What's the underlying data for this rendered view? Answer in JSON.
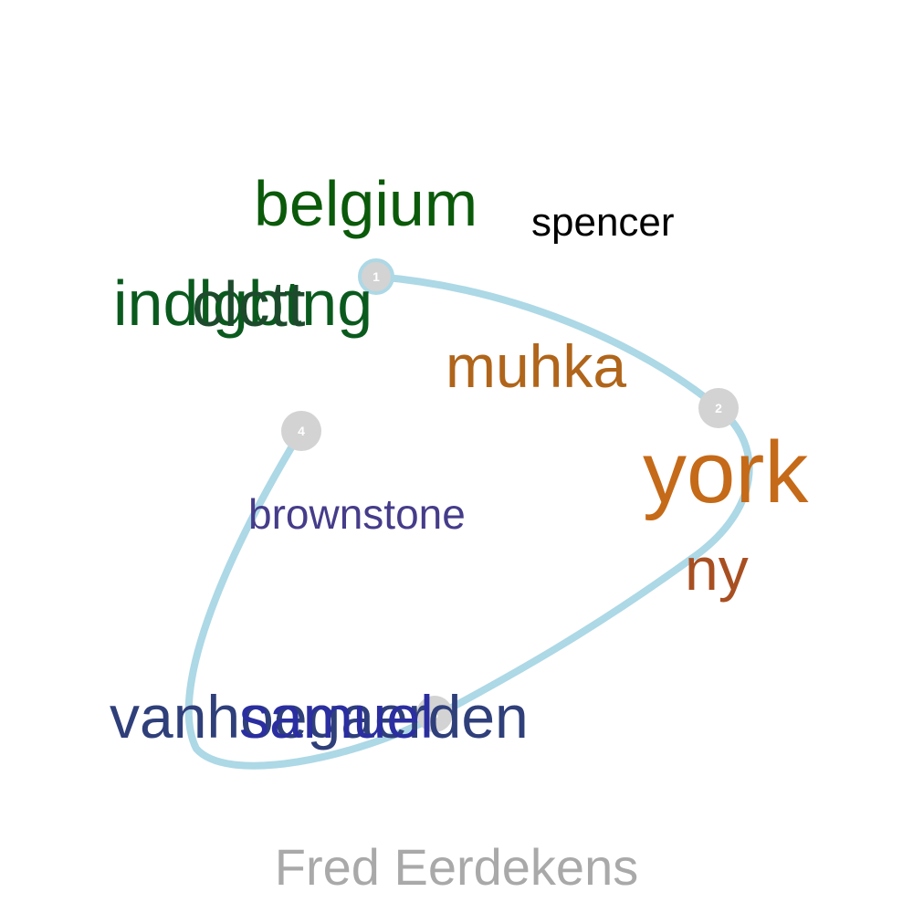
{
  "words": [
    {
      "text": "belgium",
      "color": "#0a5a0a"
    },
    {
      "text": "spencer",
      "color": "#000000"
    },
    {
      "text": "indlgbtng",
      "color": "#0a5a1e"
    },
    {
      "text": "clctt",
      "color": "#1d4a2c"
    },
    {
      "text": "muhka",
      "color": "#b0651a"
    },
    {
      "text": "york",
      "color": "#c56a18"
    },
    {
      "text": "ny",
      "color": "#a84f22"
    },
    {
      "text": "brownstone",
      "color": "#453c8a"
    },
    {
      "text": "vanhoegaerden",
      "color": "#2f3f7a"
    },
    {
      "text": "samuel",
      "color": "#2a2ea0"
    }
  ],
  "nodes": [
    {
      "label": "1"
    },
    {
      "label": "2"
    },
    {
      "label": "3"
    },
    {
      "label": "4"
    }
  ],
  "colors": {
    "path": "#add8e6",
    "node": "#d3d3d3",
    "author": "#a9a9a9"
  },
  "author": "Fred Eerdekens"
}
